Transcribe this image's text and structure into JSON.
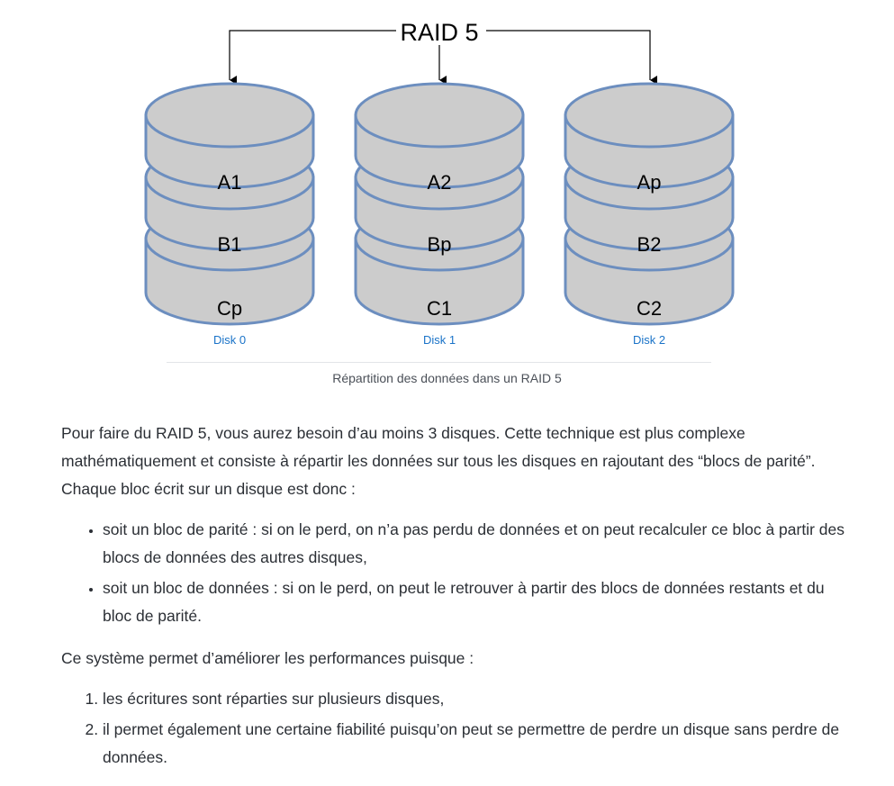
{
  "diagram": {
    "title": "RAID 5",
    "disks": [
      {
        "label": "Disk 0",
        "blocks": [
          "A1",
          "B1",
          "Cp"
        ]
      },
      {
        "label": "Disk 1",
        "blocks": [
          "A2",
          "Bp",
          "C1"
        ]
      },
      {
        "label": "Disk 2",
        "blocks": [
          "Ap",
          "B2",
          "C2"
        ]
      }
    ],
    "colors": {
      "disk_fill": "#cccccc",
      "disk_stroke": "#6c8ebf",
      "disk_label": "#1a73c8",
      "arrow": "#000000"
    }
  },
  "caption": "Répartition des données dans un RAID 5",
  "paragraph1": "Pour faire du RAID 5, vous aurez besoin d’au moins 3 disques. Cette technique est plus complexe mathématiquement et consiste à répartir les données sur tous les disques en rajoutant des “blocs de parité”. Chaque bloc écrit sur un disque est donc :",
  "bullets": [
    "soit un bloc de parité : si on le perd, on n’a pas perdu de données et on peut recalculer ce bloc à partir des blocs de données des autres disques,",
    "soit un bloc de données : si on le perd, on peut le retrouver à partir des blocs de données restants et du bloc de parité."
  ],
  "paragraph2": "Ce système permet d’améliorer les performances puisque :",
  "numbered": [
    "les écritures sont réparties sur plusieurs disques,",
    "il permet également une certaine fiabilité puisqu’on peut se permettre de perdre un disque sans perdre de données."
  ]
}
